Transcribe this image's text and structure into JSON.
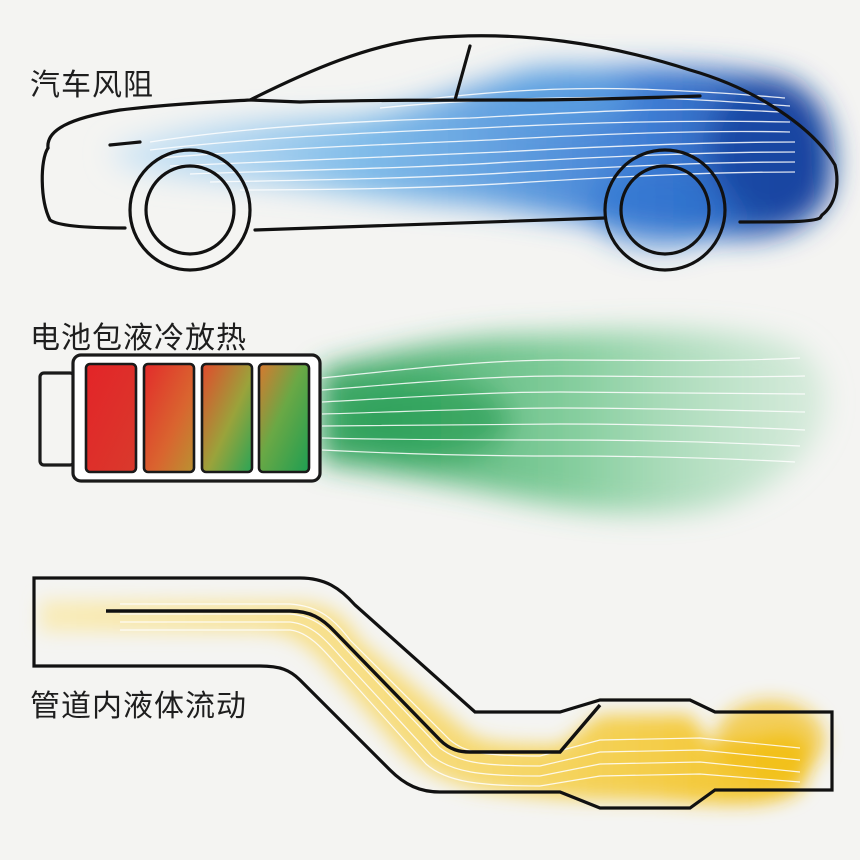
{
  "sections": {
    "car": {
      "label": "汽车风阻",
      "flow_color": "#1f56b8"
    },
    "battery": {
      "label": "电池包液冷放热",
      "flow_color": "#2fae5c",
      "cell_hot_color": "#e0262a",
      "cell_cool_color": "#2aa35a"
    },
    "pipe": {
      "label": "管道内液体流动",
      "flow_color": "#f2c21a"
    }
  }
}
